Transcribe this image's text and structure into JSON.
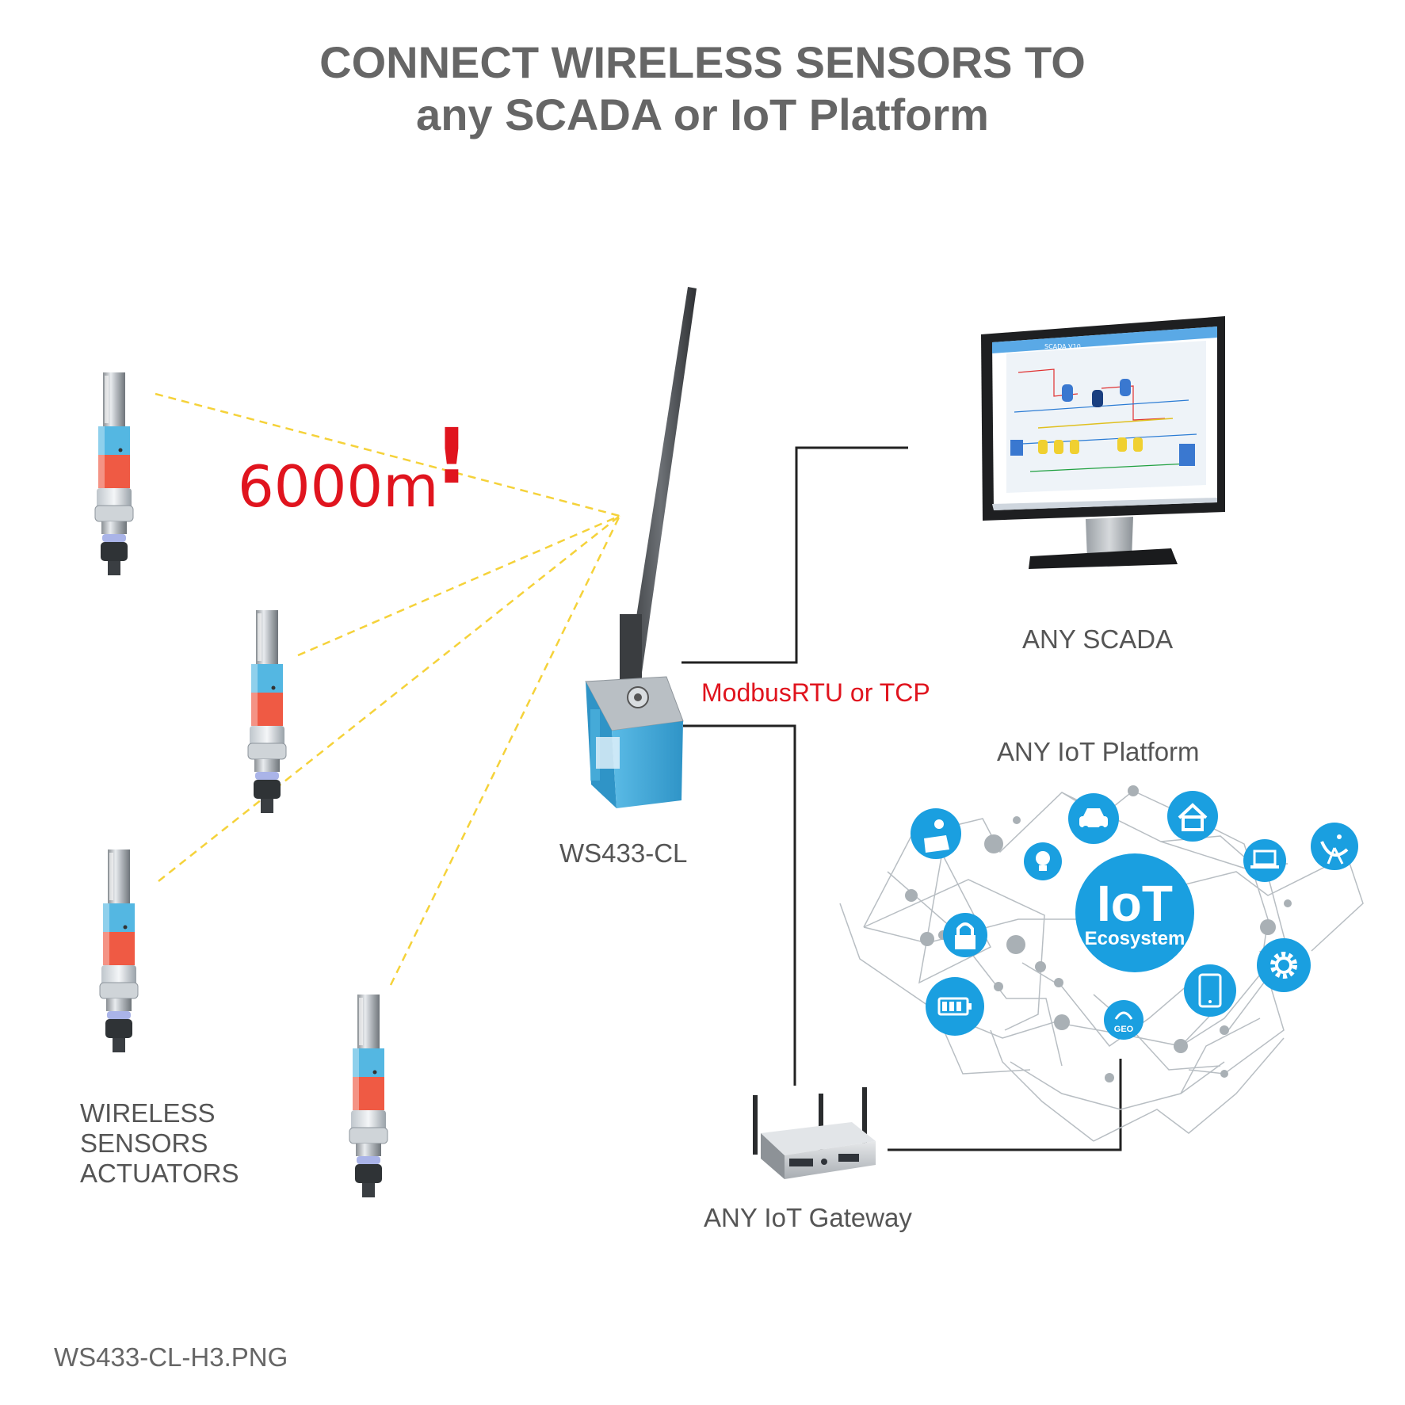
{
  "header": {
    "title_line1": "CONNECT WIRELESS SENSORS TO",
    "title_line2": "any SCADA or IoT Platform"
  },
  "range": {
    "value": "6000m",
    "mark": "!"
  },
  "labels": {
    "gateway_device": "WS433-CL",
    "protocol": "ModbusRTU or TCP",
    "scada": "ANY SCADA",
    "iot_platform": "ANY IoT Platform",
    "iot_gateway": "ANY IoT Gateway",
    "sensors": [
      "WIRELESS",
      "SENSORS",
      "ACTUATORS"
    ],
    "filename": "WS433-CL-H3.PNG"
  },
  "monitor": {
    "window_title": "SCADA V10"
  },
  "iot": {
    "hub_main": "IoT",
    "hub_sub": "Ecosystem",
    "geo": "GEO"
  },
  "colors": {
    "title": "#666666",
    "label": "#555555",
    "accent_red": "#e0141e",
    "iot_blue": "#1a9fe0",
    "device_blue": "#3da9d9",
    "link_yellow": "#f5d23a",
    "line": "#222222"
  },
  "icons": [
    "solar-panel-icon",
    "car-icon",
    "home-icon",
    "laptop-icon",
    "satellite-dish-icon",
    "lightbulb-icon",
    "lock-icon",
    "battery-icon",
    "geo-signal-icon",
    "smartphone-icon",
    "gear-icon"
  ]
}
